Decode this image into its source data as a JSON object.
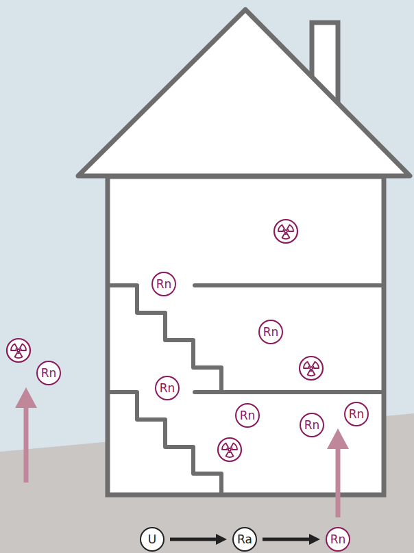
{
  "diagram": {
    "nodes": [
      {
        "text": [
          "Rn"
        ]
      },
      {
        "text": [
          "Rn"
        ]
      },
      {
        "text": [
          "Rn"
        ]
      },
      {
        "text": [
          "Rn"
        ]
      },
      {
        "text": [
          "Rn"
        ]
      },
      {
        "text": [
          "Rn"
        ]
      },
      {
        "text": [
          "Rn"
        ]
      },
      {
        "text": [
          "U"
        ]
      },
      {
        "text": [
          "Ra"
        ]
      },
      {
        "text": [
          "Rn"
        ]
      }
    ],
    "edges": [
      {
        "from": 7,
        "to": 8,
        "arrow": "to"
      },
      {
        "from": 8,
        "to": 9,
        "arrow": "to"
      }
    ]
  }
}
